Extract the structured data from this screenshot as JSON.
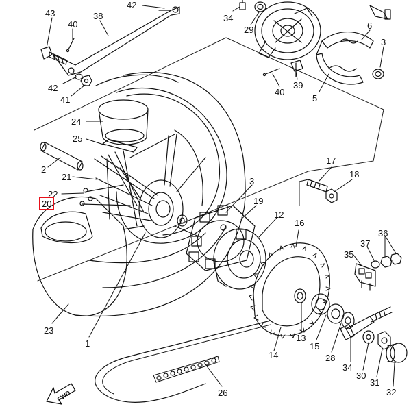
{
  "diagram": {
    "highlighted_part": "20",
    "direction_arrow": "FWD",
    "labels": [
      "43",
      "40",
      "38",
      "42",
      "34",
      "29",
      "6",
      "3",
      "42",
      "41",
      "40",
      "39",
      "5",
      "24",
      "25",
      "2",
      "21",
      "22",
      "20",
      "3",
      "19",
      "12",
      "17",
      "18",
      "16",
      "36",
      "37",
      "35",
      "23",
      "1",
      "13",
      "15",
      "28",
      "34",
      "30",
      "31",
      "32",
      "14",
      "26"
    ]
  }
}
